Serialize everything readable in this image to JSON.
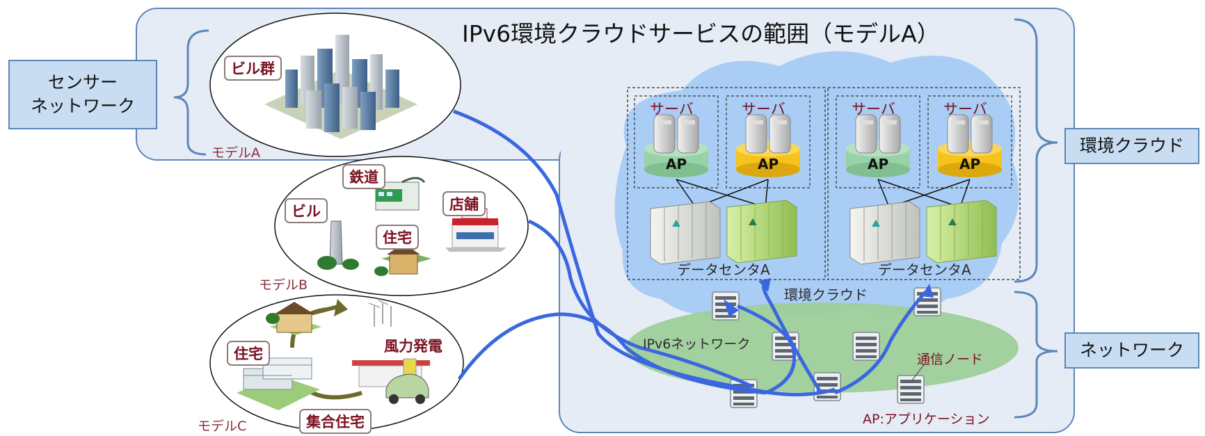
{
  "title": "IPv6環境クラウドサービスの範囲（モデルA）",
  "side_labels": {
    "sensor_network_line1": "センサー",
    "sensor_network_line2": "ネットワーク",
    "env_cloud": "環境クラウド",
    "network": "ネットワーク"
  },
  "model_a": {
    "tag": "ビル群",
    "label": "モデルA"
  },
  "model_b": {
    "tags": [
      "鉄道",
      "ビル",
      "店舗",
      "住宅"
    ],
    "label": "モデルB"
  },
  "model_c": {
    "tags": [
      "住宅",
      "風力発電",
      "集合住宅"
    ],
    "label": "モデルC"
  },
  "cloud": {
    "server_label": "サーバ",
    "ap_label": "AP",
    "datacenter_label": "データセンタA",
    "cloud_label": "環境クラウド"
  },
  "network": {
    "ipv6_label": "IPv6ネットワーク",
    "node_label": "通信ノード",
    "ap_note": "AP:アプリケーション"
  },
  "colors": {
    "region_fill": "#e6ecf5",
    "region_border": "#5b86b8",
    "cloud_fill": "#a9cdf5",
    "net_ellipse": "#9ecf9a",
    "link_line": "#3a66e0",
    "ap_green": "#9ad2a8",
    "ap_yellow": "#f6c21c"
  }
}
